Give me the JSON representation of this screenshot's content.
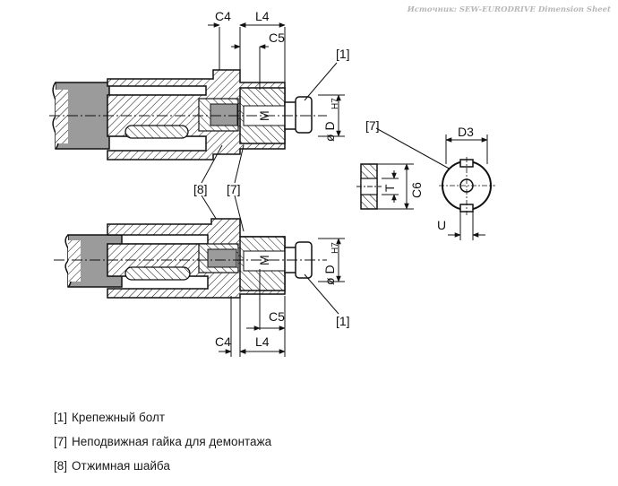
{
  "source_watermark": "Источник: SEW-EURODRIVE Dimension Sheet",
  "dimensions": {
    "c4": "C4",
    "l4": "L4",
    "c5": "C5",
    "d": "ø D",
    "h7": "H7",
    "m": "M",
    "d3": "D3",
    "c6": "C6",
    "t": "T",
    "u": "U"
  },
  "callouts": {
    "bolt": "[1]",
    "nut": "[7]",
    "washer": "[8]"
  },
  "legend": [
    {
      "num": "[1]",
      "text": "Крепежный болт"
    },
    {
      "num": "[7]",
      "text": "Неподвижная гайка для демонтажа"
    },
    {
      "num": "[8]",
      "text": "Отжимная шайба"
    }
  ]
}
